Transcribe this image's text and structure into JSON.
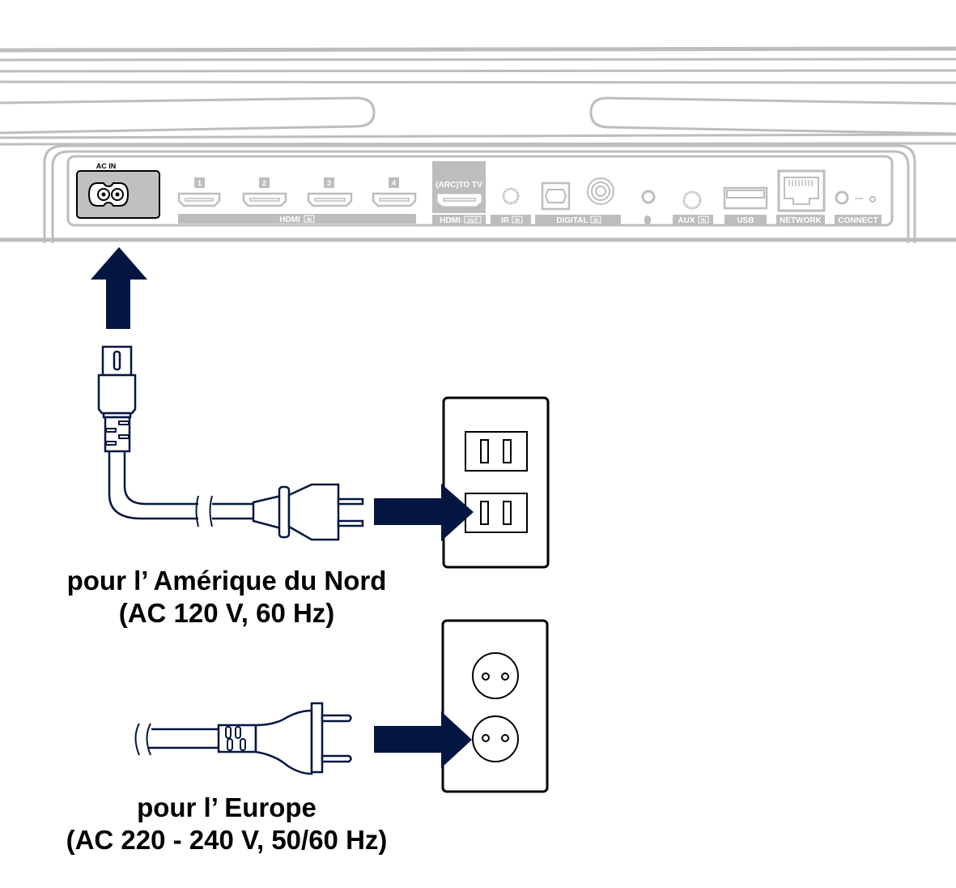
{
  "colors": {
    "panel_gray": "#bdbdbd",
    "arrow_navy": "#031641",
    "ac_in_fill": "#c0c0c0",
    "text": "#000000"
  },
  "panel": {
    "ac_in_label": "AC IN",
    "hdmi_in_numbers": [
      "1",
      "2",
      "3",
      "4"
    ],
    "hdmi_in_label": "HDMI",
    "in_badge": "IN",
    "out_badge": "OUT",
    "arc_label": "(ARC)TO TV",
    "hdmi_out_label": "HDMI",
    "ir_label": "IR",
    "digital_label": "DIGITAL",
    "aux_label": "AUX",
    "usb_label": "USB",
    "network_label": "NETWORK",
    "connect_label": "CONNECT"
  },
  "north_america": {
    "line1": "pour l’ Amérique du Nord",
    "line2": "(AC 120 V, 60 Hz)"
  },
  "europe": {
    "line1": "pour l’ Europe",
    "line2": "(AC 220 - 240 V, 50/60 Hz)"
  }
}
